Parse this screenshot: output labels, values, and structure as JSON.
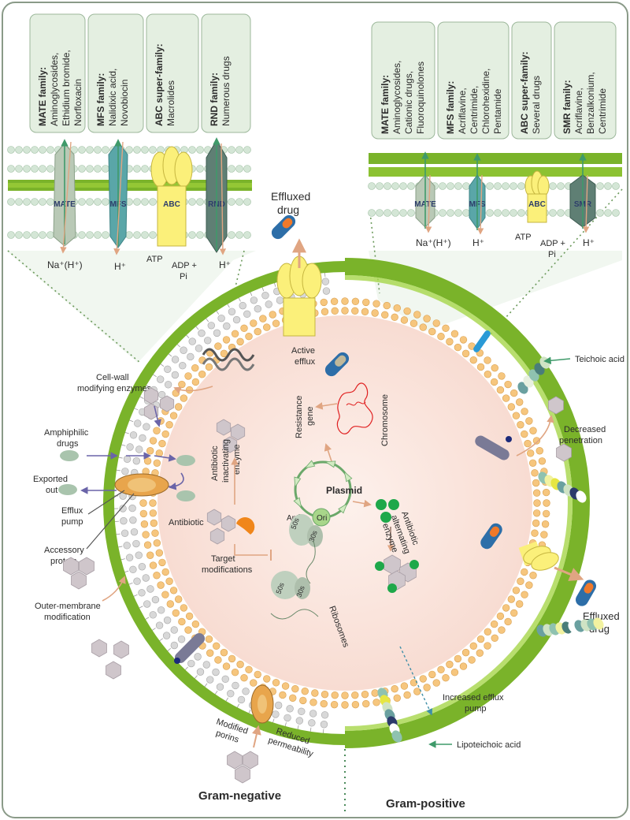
{
  "colors": {
    "frame": "#8a9a88",
    "box_fill": "#e4efe1",
    "cytoplasm": "#fbe6df",
    "inner_membrane": "#f4c07a",
    "outer_membrane": "#cfcfcf",
    "peptidoglycan": "#7ab32a",
    "pump_mate": "#b9c9b6",
    "pump_mfs": "#5aa6a8",
    "pump_abc": "#fbf07a",
    "pump_rnd": "#5f7f74",
    "arrow": "#e0a582",
    "drug_hex": "#cfc6cb"
  },
  "left_boxes": [
    {
      "family": "MATE family:",
      "drugs": [
        "Aminoglycosides,",
        "Ethidium bromide,",
        "Norfloxacin"
      ]
    },
    {
      "family": "MFS family:",
      "drugs": [
        "Nalidixic acid,",
        "Novobiocin"
      ]
    },
    {
      "family": "ABC super-family:",
      "drugs": [
        "Macrolides"
      ]
    },
    {
      "family": "RND family:",
      "drugs": [
        "Numerous drugs"
      ]
    }
  ],
  "right_boxes": [
    {
      "family": "MATE family:",
      "drugs": [
        "Aminoglycosides,",
        "Cationic drugs,",
        "Fluoroquinolones"
      ]
    },
    {
      "family": "MFS family:",
      "drugs": [
        "Acriflavine,",
        "Centrimide,",
        "Chlorohexidine,",
        "Pentamide"
      ]
    },
    {
      "family": "ABC super-family:",
      "drugs": [
        "Several drugs"
      ]
    },
    {
      "family": "SMR family:",
      "drugs": [
        "Acriflavine,",
        "Benzalkonium,",
        "Centrimide"
      ]
    }
  ],
  "left_pumps": {
    "mate": "MATE",
    "mfs": "MFS",
    "abc": "ABC",
    "rnd": "RND"
  },
  "right_pumps": {
    "mate": "MATE",
    "mfs": "MFS",
    "abc": "ABC",
    "smr": "SMR"
  },
  "left_ions": {
    "mate": "Na⁺(H⁺)",
    "mfs": "H⁺",
    "atp": "ATP",
    "adp1": "ADP +",
    "adp2": "Pi",
    "rnd": "H⁺"
  },
  "right_ions": {
    "mate": "Na⁺(H⁺)",
    "mfs": "H⁺",
    "atp": "ATP",
    "adp1": "ADP +",
    "adp2": "Pi",
    "smr": "H⁺"
  },
  "labels": {
    "effluxed_top_1": "Effluxed",
    "effluxed_top_2": "drug",
    "active_efflux_1": "Active",
    "active_efflux_2": "efflux",
    "cell_wall_1": "Cell-wall",
    "cell_wall_2": "modifying enzymes",
    "amphiphilic_1": "Amphiphilic",
    "amphiphilic_2": "drugs",
    "exported_1": "Exported",
    "exported_2": "out",
    "efflux_pump_1": "Efflux",
    "efflux_pump_2": "pump",
    "accessory_1": "Accessory",
    "accessory_2": "protein",
    "outer_mod_1": "Outer-membrane",
    "outer_mod_2": "modification",
    "modified_porins_1": "Modified",
    "modified_porins_2": "porins",
    "reduced_perm_1": "Reduced",
    "reduced_perm_2": "permeability",
    "resistance_1": "Resistance",
    "resistance_2": "gene",
    "chromosome": "Chromosome",
    "inactivating_1": "Antibiotic",
    "inactivating_2": "inactivating",
    "inactivating_3": "enzyme",
    "plasmid": "Plasmid",
    "ant": "Ant",
    "ori": "Ori",
    "antibiotic": "Antibiotic",
    "target_mod_1": "Target",
    "target_mod_2": "modifications",
    "ribo_50_top": "50s",
    "ribo_30_top": "30s",
    "ribo_50_bottom": "50s",
    "ribo_30_bottom": "30s",
    "ribosomes": "Ribosomes",
    "alternating_1": "Antibiotic",
    "alternating_2": "alternating",
    "alternating_3": "enzyme",
    "teichoic": "Teichoic acid",
    "decreased_1": "Decreased",
    "decreased_2": "penetration",
    "effluxed_right_1": "Effluxed",
    "effluxed_right_2": "drug",
    "increased_1": "Increased efflux",
    "increased_2": "pump",
    "lipoteichoic": "Lipoteichoic acid",
    "gram_negative": "Gram-negative",
    "gram_positive": "Gram-positive"
  }
}
